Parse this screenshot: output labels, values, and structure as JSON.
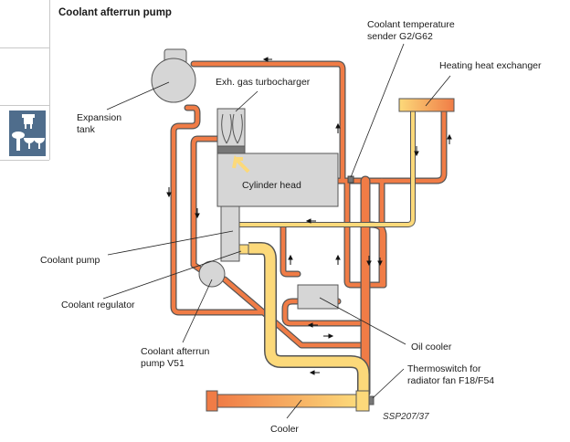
{
  "title": "Coolant afterrun pump",
  "sidebar": {
    "icon": "engine-components-icon"
  },
  "labels": {
    "expansion_tank": "Expansion\ntank",
    "turbocharger": "Exh. gas turbocharger",
    "cylinder_head": "Cylinder head",
    "temp_sender": "Coolant temperature\nsender G2/G62",
    "heating_exchanger": "Heating heat exchanger",
    "coolant_pump": "Coolant pump",
    "coolant_regulator": "Coolant regulator",
    "afterrun_pump": "Coolant afterrun\npump V51",
    "oil_cooler": "Oil cooler",
    "thermoswitch": "Thermoswitch for\nradiator fan F18/F54",
    "cooler": "Cooler"
  },
  "reference": "SSP207/37",
  "colors": {
    "hot_pipe": "#f07c46",
    "cool_pipe": "#fcd97a",
    "component_gray": "#d6d6d6",
    "outline": "#555555",
    "sidebar_icon_bg": "#4f6d8c"
  }
}
